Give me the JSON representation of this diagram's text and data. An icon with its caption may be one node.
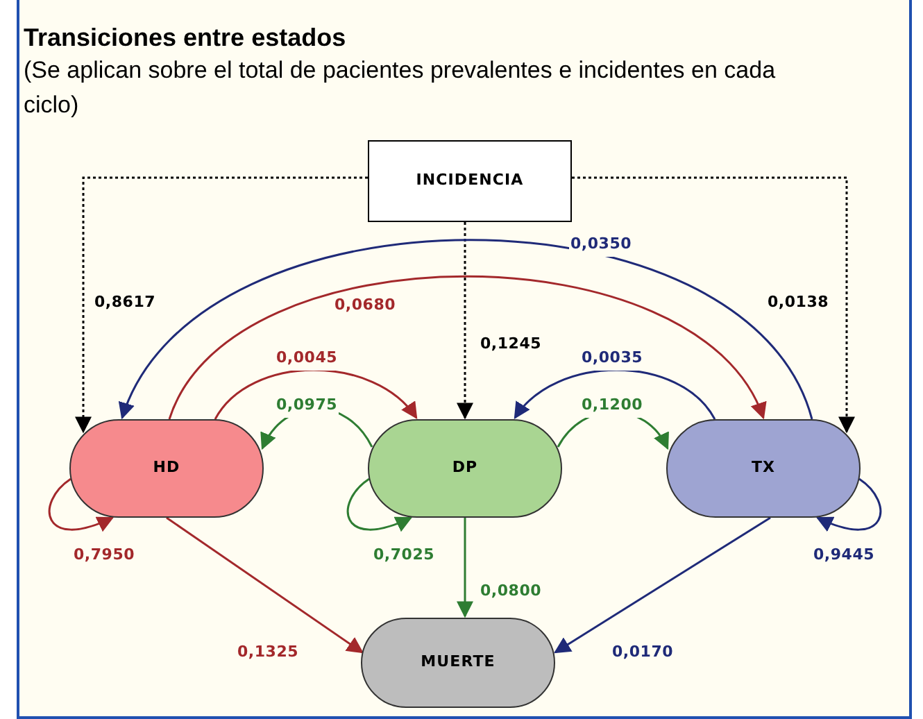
{
  "diagram": {
    "title": "Transiciones entre estados",
    "caption": "(Se aplican sobre el total de pacientes prevalentes e incidentes en cada ciclo)",
    "nodes": [
      {
        "text": [
          "INCIDENCIA"
        ]
      },
      {
        "text": [
          "HD"
        ]
      },
      {
        "text": [
          "DP"
        ]
      },
      {
        "text": [
          "TX"
        ]
      },
      {
        "text": [
          "MUERTE"
        ]
      }
    ],
    "edges": [
      {
        "from": 0,
        "to": 1,
        "arrow": "to",
        "label": "0,8617",
        "style": "dashed",
        "color": "#000000"
      },
      {
        "from": 0,
        "to": 2,
        "arrow": "to",
        "label": "0,1245",
        "style": "dashed",
        "color": "#000000"
      },
      {
        "from": 0,
        "to": 3,
        "arrow": "to",
        "label": "0,0138",
        "style": "dashed",
        "color": "#000000"
      },
      {
        "from": 3,
        "to": 1,
        "arrow": "to",
        "label": "0,0350",
        "color": "#1f2a78"
      },
      {
        "from": 1,
        "to": 3,
        "arrow": "to",
        "label": "0,0680",
        "color": "#a3282b"
      },
      {
        "from": 1,
        "to": 2,
        "arrow": "to",
        "label": "0,0045",
        "color": "#a3282b"
      },
      {
        "from": 2,
        "to": 1,
        "arrow": "to",
        "label": "0,0975",
        "color": "#2e7d32"
      },
      {
        "from": 3,
        "to": 2,
        "arrow": "to",
        "label": "0,0035",
        "color": "#1f2a78"
      },
      {
        "from": 2,
        "to": 3,
        "arrow": "to",
        "label": "0,1200",
        "color": "#2e7d32"
      },
      {
        "from": 1,
        "to": 1,
        "arrow": "to",
        "label": "0,7950",
        "color": "#a3282b"
      },
      {
        "from": 2,
        "to": 2,
        "arrow": "to",
        "label": "0,7025",
        "color": "#2e7d32"
      },
      {
        "from": 3,
        "to": 3,
        "arrow": "to",
        "label": "0,9445",
        "color": "#1f2a78"
      },
      {
        "from": 1,
        "to": 4,
        "arrow": "to",
        "label": "0,1325",
        "color": "#a3282b"
      },
      {
        "from": 2,
        "to": 4,
        "arrow": "to",
        "label": "0,0800",
        "color": "#2e7d32"
      },
      {
        "from": 3,
        "to": 4,
        "arrow": "to",
        "label": "0,0170",
        "color": "#1f2a78"
      }
    ]
  }
}
